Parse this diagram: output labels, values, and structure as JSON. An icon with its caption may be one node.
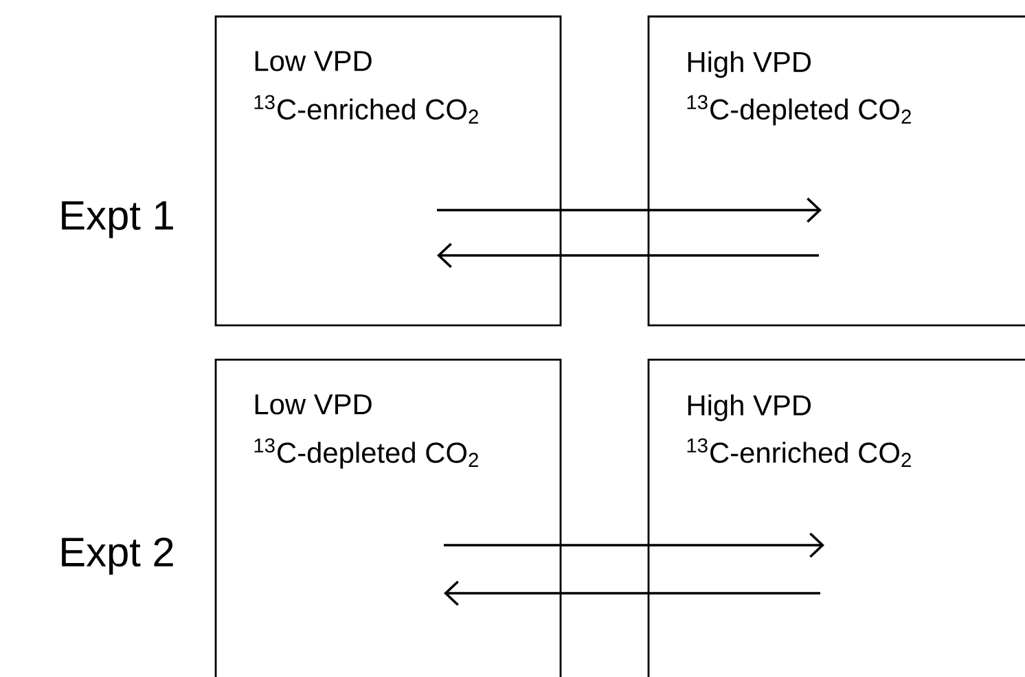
{
  "diagram": {
    "nodes": [
      {
        "text": [
          "Low VPD",
          "$^{13}$C-enriched CO$_{2}$"
        ]
      },
      {
        "text": [
          "High VPD",
          "$^{13}$C-depleted CO$_{2}$"
        ]
      },
      {
        "text": [
          "Low VPD",
          "$^{13}$C-depleted CO$_{2}$"
        ]
      },
      {
        "text": [
          "High VPD",
          "$^{13}$C-enriched CO$_{2}$"
        ]
      }
    ],
    "edges": [
      {
        "from": 0,
        "to": 1,
        "arrow": "to"
      },
      {
        "from": 1,
        "to": 0,
        "arrow": "to"
      },
      {
        "from": 2,
        "to": 3,
        "arrow": "to"
      },
      {
        "from": 3,
        "to": 2,
        "arrow": "to"
      }
    ],
    "labels": [
      "Expt 1",
      "Expt 2"
    ]
  }
}
